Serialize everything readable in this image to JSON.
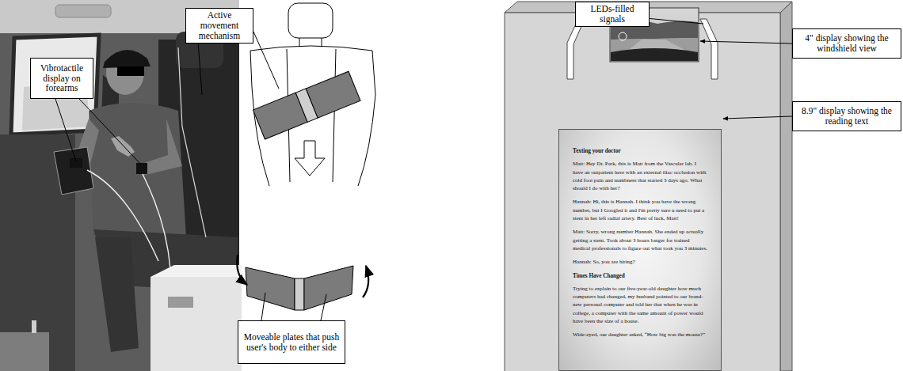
{
  "diagram": {
    "nodes": [
      {
        "text": [
          "Vibrotactile display on forearms"
        ]
      },
      {
        "text": [
          "Active movement mechanism"
        ]
      },
      {
        "text": [
          "Moveable plates that push user's body to either side"
        ]
      },
      {
        "text": [
          "LEDs-filled signals"
        ]
      },
      {
        "text": [
          "4\" display showing the windshield view"
        ]
      },
      {
        "text": [
          "8.9\" display showing the reading text"
        ]
      },
      {
        "text": [
          "Texting your doctor",
          "Matt: Hey Dr. Park, this is Matt from the Vascular lab. I have an outpatient here with an external iliac occlusion with cold foot pain and numbness that started 3 days ago. What should I do with her?",
          "Hannah: Hi, this is Hannah. I think you have the wrong number, but I Googled it and I'm pretty sure u need to put a stent in her left radial artery. Best of luck, Matt!",
          "Matt: Sorry, wrong number Hannah. She ended up actually getting a stent. Took about 3 hours longer for trained medical professionals to figure out what took you 3 minutes.",
          "Hannah: So, you are hiring?",
          "Times Have Changed",
          "Trying to explain to our five-year-old daughter how much computers had changed, my husband pointed to our brand-new personal computer and told her that when he was in college, a computer with the same amount of power would have been the size of a house.",
          "Wide-eyed, our daughter asked, “How big was the mouse?”"
        ]
      }
    ]
  }
}
